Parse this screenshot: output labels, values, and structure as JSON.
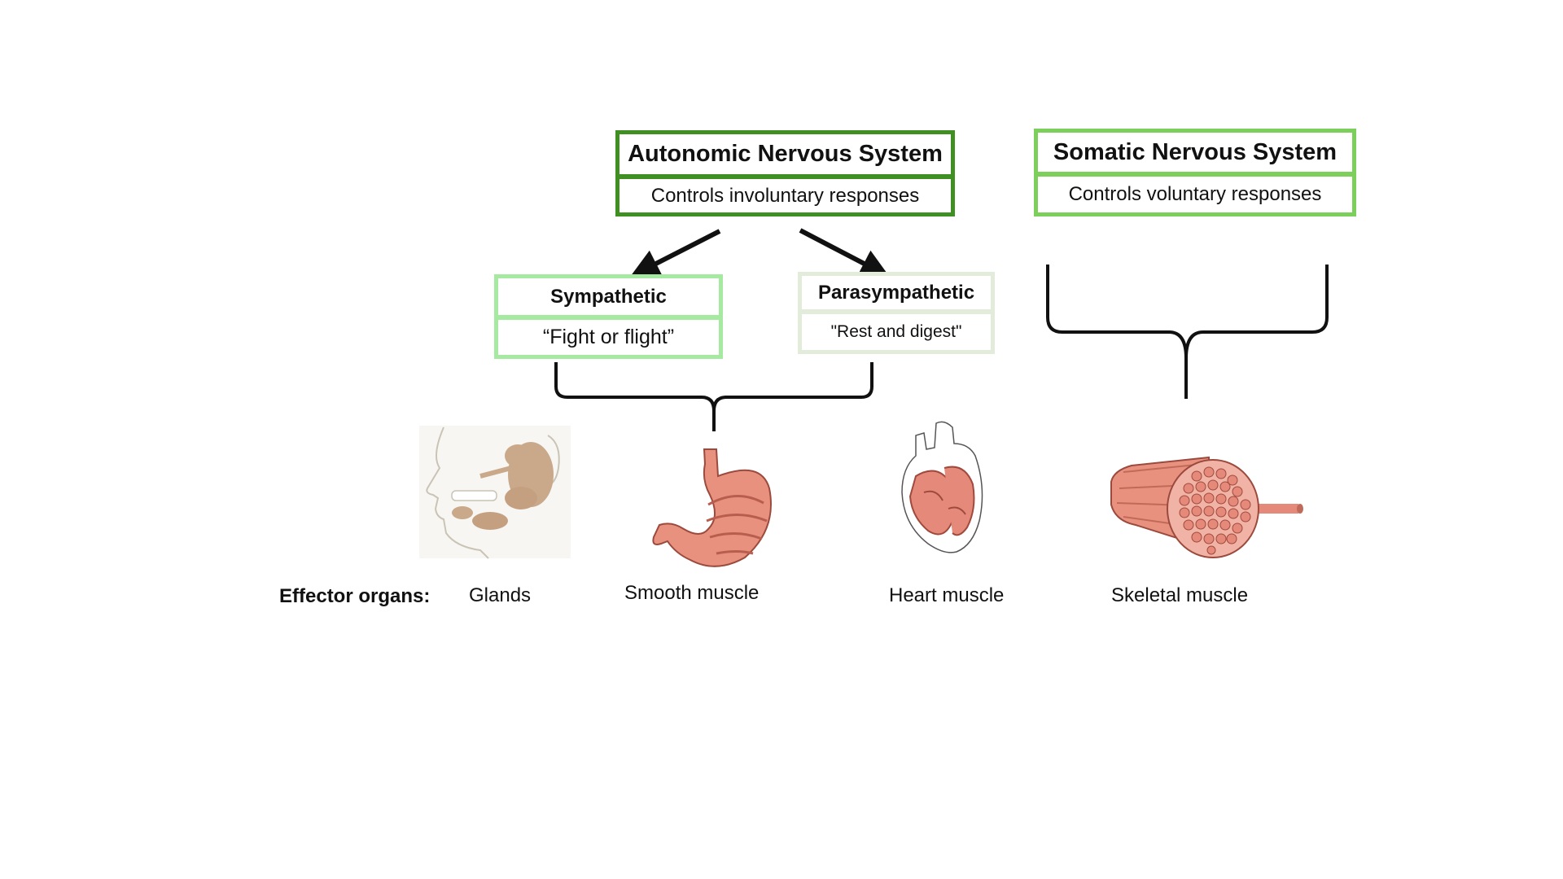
{
  "autonomic": {
    "title": "Autonomic Nervous System",
    "subtitle": "Controls involuntary responses"
  },
  "somatic": {
    "title": "Somatic Nervous System",
    "subtitle": "Controls voluntary responses"
  },
  "sympathetic": {
    "title": "Sympathetic",
    "subtitle": "“Fight or flight”"
  },
  "parasympathetic": {
    "title": "Parasympathetic",
    "subtitle": "\"Rest and digest\""
  },
  "effectors": {
    "heading": "Effector organs:",
    "items": [
      {
        "label": "Glands",
        "icon": "glands-icon"
      },
      {
        "label": "Smooth muscle",
        "icon": "stomach-icon"
      },
      {
        "label": "Heart muscle",
        "icon": "heart-icon"
      },
      {
        "label": "Skeletal muscle",
        "icon": "muscle-fiber-icon"
      }
    ]
  },
  "colors": {
    "autonomic_border": "#3f8f22",
    "somatic_border": "#7ccf5a",
    "sympathetic_border": "#a6eaa2",
    "parasympathetic_border": "#e3ecdb",
    "tissue": "#e58a7a"
  }
}
